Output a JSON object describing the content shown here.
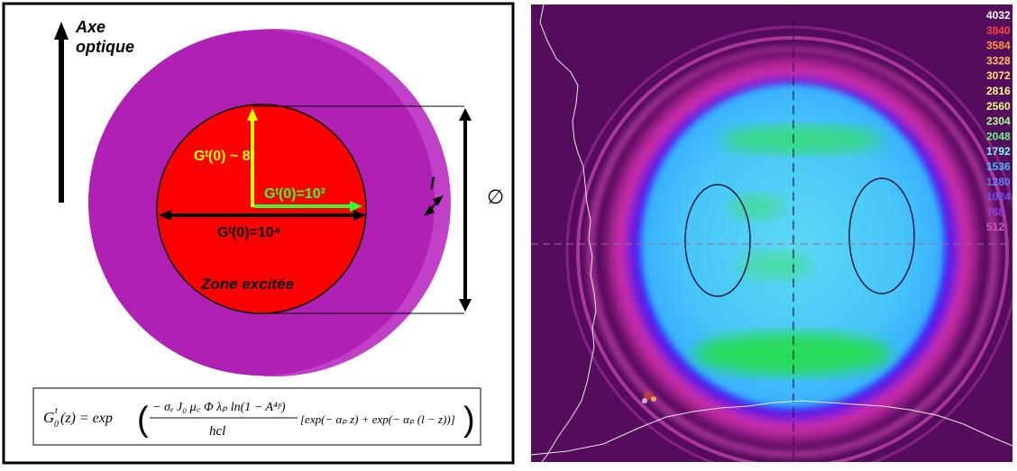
{
  "left": {
    "axis_label_line1": "Axe",
    "axis_label_line2": "optique",
    "gain_center": "Gᵗ(0) ~ 8",
    "gain_radius": "Gᵗ(0)=10²",
    "gain_diameter": "Gᵗ(0)=10⁴",
    "zone_label": "Zone excitée",
    "length_symbol": "l",
    "diameter_symbol": "∅",
    "formula": {
      "lhs": "G",
      "lhs_sup": "t",
      "lhs_sub": "0",
      "lhs_arg": "(z) = exp",
      "numerator": "− σₑ J₀ μ꜀ Φ λₚ ln(1 − A⁴ᵖ)",
      "denominator": "hcl",
      "bracket": "[exp(− αₚ z) + exp(− αₚ (l − z))]"
    },
    "colors": {
      "outer_disk": "#b020b4",
      "inner_disk": "#ff0000",
      "yellow_arrow": "#ffff00",
      "green_arrow": "#33ff33"
    }
  },
  "right": {
    "colorbar_labels": [
      "4032",
      "3840",
      "3584",
      "3328",
      "3072",
      "2816",
      "2560",
      "2304",
      "2048",
      "1792",
      "1536",
      "1280",
      "1024",
      "768",
      "512"
    ],
    "colorbar_colors": [
      "#ffffff",
      "#ff4040",
      "#ff9a3a",
      "#ffc060",
      "#ffe070",
      "#ffff80",
      "#e8ff80",
      "#b0ff90",
      "#60ff80",
      "#80ffff",
      "#40c0ff",
      "#6080ff",
      "#7050ff",
      "#9040e0",
      "#c060c0"
    ],
    "background": "#560c5c"
  }
}
